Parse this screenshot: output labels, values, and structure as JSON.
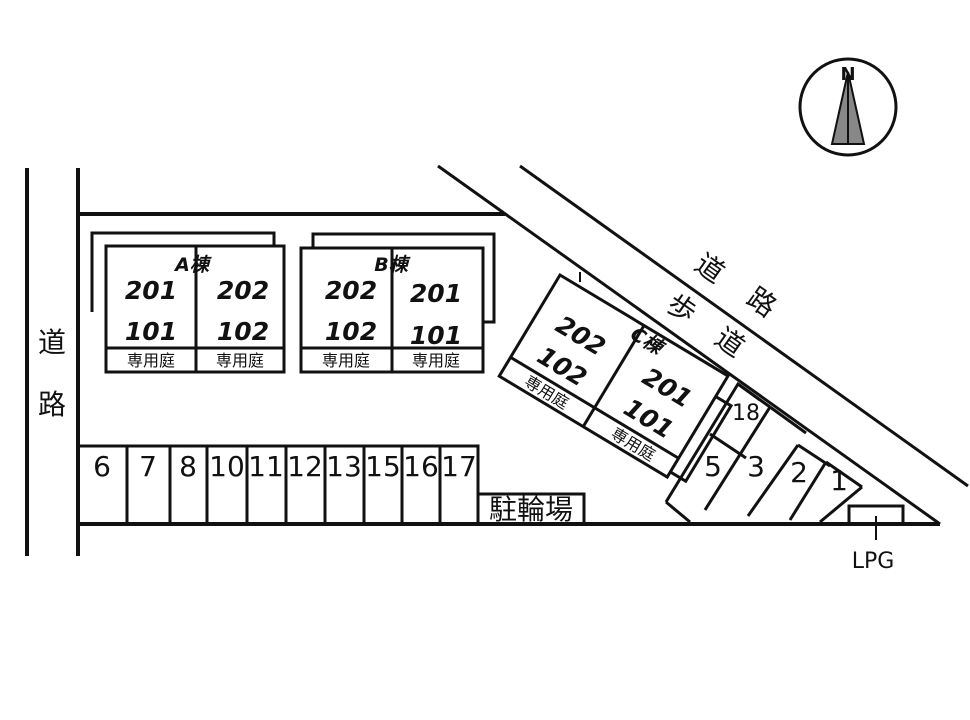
{
  "roads": {
    "left_label_1": "道",
    "left_label_2": "路",
    "diag_road_1": "道",
    "diag_road_2": "路",
    "walk_1": "歩",
    "walk_2": "道"
  },
  "compass": {
    "label": "N"
  },
  "buildings": {
    "A": {
      "label": "A棟",
      "units": [
        "201",
        "202",
        "101",
        "102"
      ]
    },
    "B": {
      "label": "B棟",
      "units": [
        "202",
        "201",
        "102",
        "101"
      ]
    },
    "C": {
      "label": "C棟",
      "units": [
        "202",
        "102",
        "201",
        "101"
      ]
    }
  },
  "garden_label": "専用庭",
  "parking_row": [
    "6",
    "7",
    "8",
    "10",
    "11",
    "12",
    "13",
    "15",
    "16",
    "17"
  ],
  "parking_diag": [
    "18",
    "5",
    "3",
    "2",
    "1"
  ],
  "bicycle_parking": "駐輪場",
  "lpg": "LPG"
}
